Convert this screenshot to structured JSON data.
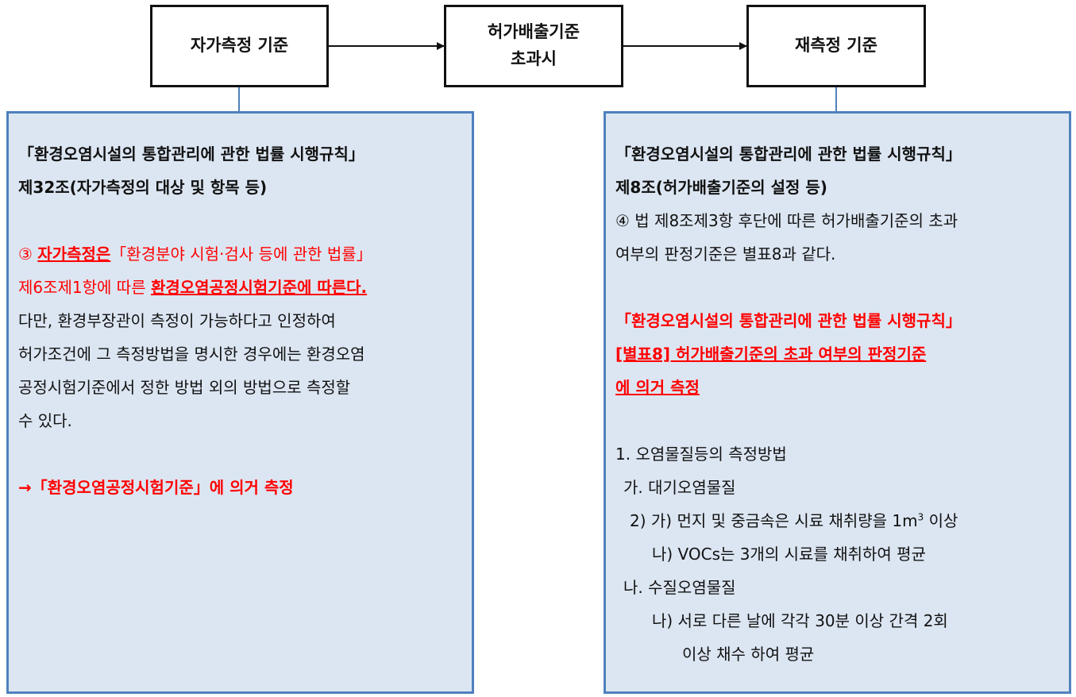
{
  "flow": {
    "box1": "자가측정 기준",
    "box2_line1": "허가배출기준",
    "box2_line2": "초과시",
    "box3": "재측정 기준"
  },
  "left_panel": {
    "title1": "「환경오염시설의 통합관리에 관한 법률 시행규칙」",
    "title2": "제32조(자가측정의 대상 및 항목 등)",
    "p1_prefix": "③ ",
    "p1_em1": "자가측정은",
    "p1_rest1": "「환경분야 시험·검사 등에 관한 법률」",
    "p1_line2_plain": "제6조제1항에 따른 ",
    "p1_em2": "환경오염공정시험기준에 따른다.",
    "p1_line3": "다만, 환경부장관이 측정이 가능하다고 인정하여",
    "p1_line4": "허가조건에 그 측정방법을 명시한 경우에는 환경오염",
    "p1_line5": "공정시험기준에서 정한 방법 외의 방법으로 측정할",
    "p1_line6": "수 있다.",
    "conclusion": "→「환경오염공정시험기준」에 의거 측정"
  },
  "right_panel": {
    "title1": "「환경오염시설의 통합관리에 관한 법률 시행규칙」",
    "title2": "제8조(허가배출기준의 설정 등)",
    "p1_line1": "④ 법 제8조제3항 후단에 따른 허가배출기준의 초과",
    "p1_line2": "여부의 판정기준은 별표8과 같다.",
    "ref_line1": "「환경오염시설의 통합관리에 관한 법률 시행규칙」",
    "ref_line2": "[별표8] 허가배출기준의 초과 여부의 판정기준",
    "ref_line3": "에 의거 측정",
    "item1": "1.  오염물질등의 측정방법",
    "item_ga": "가. 대기오염물질",
    "item_ga2_pre": "2) 가) 먼지 및 중금속은 시료 채취량을 1m",
    "item_ga2_sup": "3",
    "item_ga2_post": " 이상",
    "item_ga2_na": "나) VOCs는 3개의 시료를 채취하여 평균",
    "item_na": "나. 수질오염물질",
    "item_na_na1": "나) 서로 다른 날에 각각 30분 이상 간격 2회",
    "item_na_na2": "이상 채수 하여 평균"
  },
  "colors": {
    "panel_fill": "#dce6f2",
    "panel_border": "#4f81bd",
    "emphasis": "#ff0000",
    "box_border": "#111111"
  }
}
